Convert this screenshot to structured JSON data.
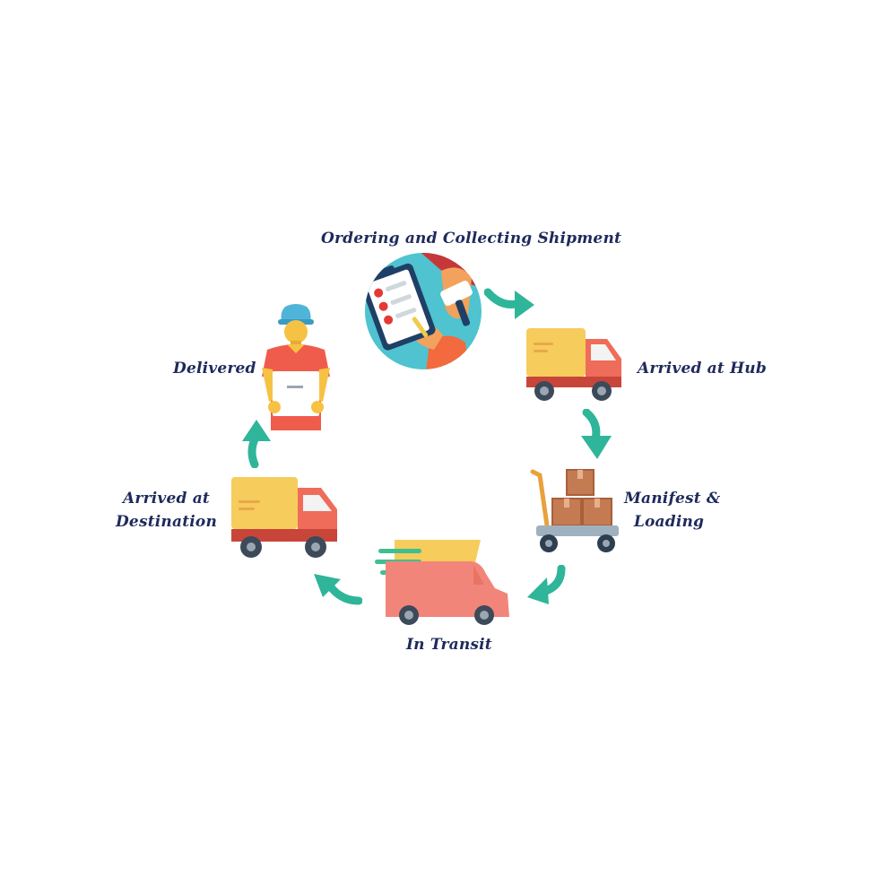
{
  "accent_color": "#2fb59a",
  "label_color": "#1f2a5c",
  "steps": [
    {
      "id": "ordering",
      "label": "Ordering and Collecting Shipment",
      "icon": "clipboard-checklist-icon"
    },
    {
      "id": "hub",
      "label": "Arrived at Hub",
      "icon": "delivery-truck-icon"
    },
    {
      "id": "manifest",
      "label_line1": "Manifest &",
      "label_line2": "Loading",
      "icon": "hand-cart-boxes-icon"
    },
    {
      "id": "transit",
      "label": "In Transit",
      "icon": "moving-van-icon"
    },
    {
      "id": "destination",
      "label_line1": "Arrived at",
      "label_line2": "Destination",
      "icon": "delivery-truck-icon"
    },
    {
      "id": "delivered",
      "label": "Delivered",
      "icon": "courier-with-package-icon"
    }
  ]
}
